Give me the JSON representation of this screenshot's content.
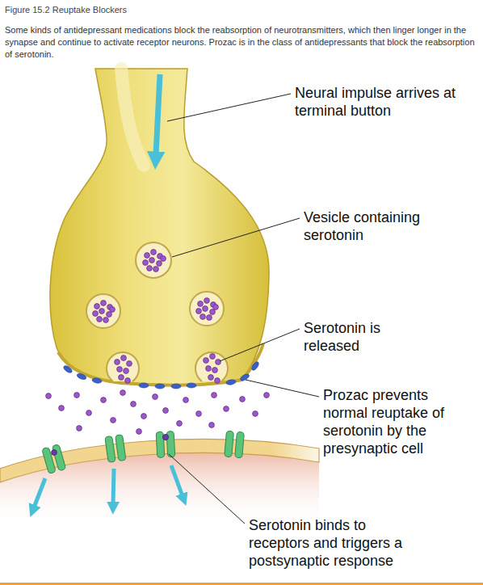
{
  "diagram": {
    "title": "Figure 15.2 Reuptake Blockers",
    "caption": "Some kinds of antidepressant medications block the reabsorption of neurotransmitters, which then linger longer in the synapse and continue to activate receptor neurons. Prozac is in the class of antidepressants that block the reabsorption of serotonin.",
    "labels": [
      "Neural impulse arrives at terminal button",
      "Vesicle containing serotonin",
      "Serotonin is released",
      "Prozac prevents normal reuptake of serotonin by the presynaptic cell",
      "Serotonin binds to receptors and triggers a postsynaptic response"
    ]
  }
}
